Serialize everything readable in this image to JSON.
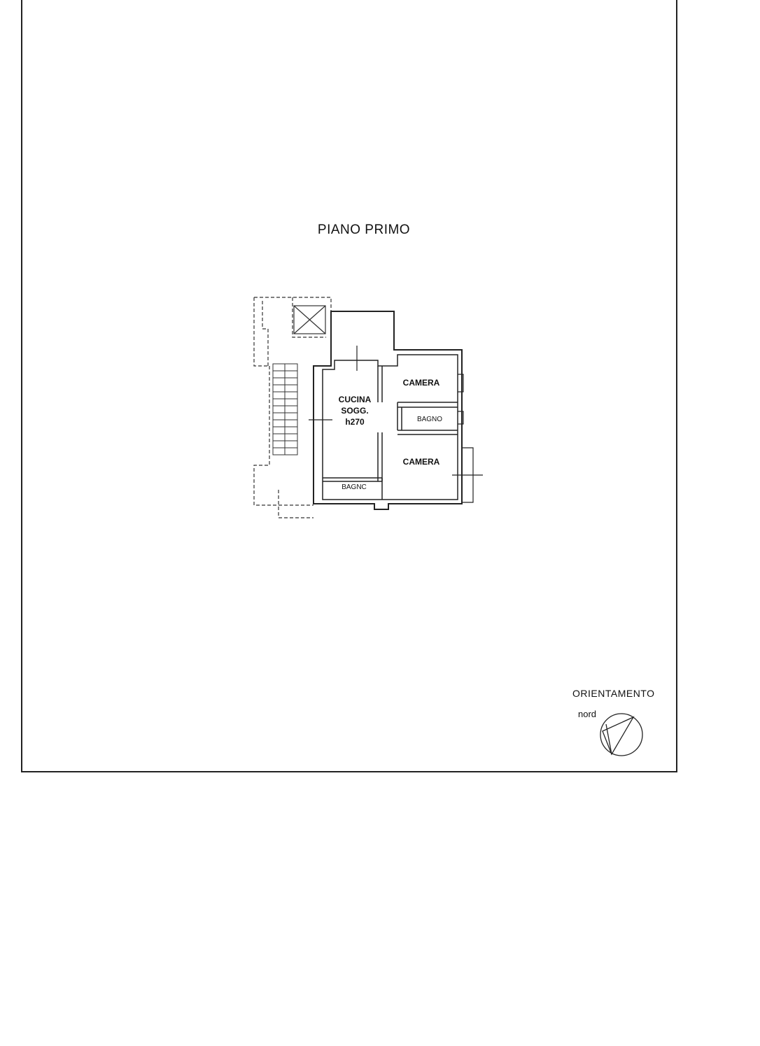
{
  "title": "PIANO PRIMO",
  "rooms": {
    "kitchen_line1": "CUCINA",
    "kitchen_line2": "SOGG.",
    "kitchen_line3": "h270",
    "bedroom_top": "CAMERA",
    "bath_right": "BAGNO",
    "bedroom_bottom": "CAMERA",
    "bath_bottom": "BAGNC"
  },
  "orientation": {
    "label": "ORIENTAMENTO",
    "north_label": "nord",
    "icon": "north-compass-icon"
  }
}
